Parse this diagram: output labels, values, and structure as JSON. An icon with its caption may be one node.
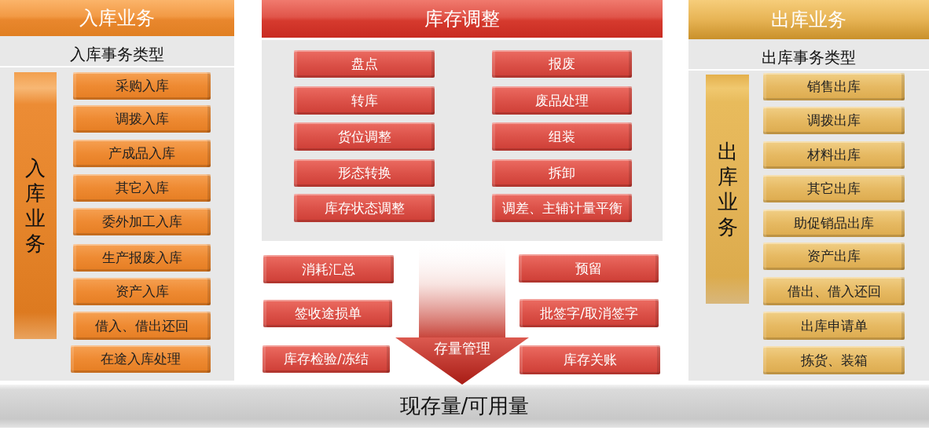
{
  "diagram": {
    "nodes": [
      {
        "text": [
          "入库业务",
          "入库事务类型"
        ]
      },
      {
        "text": [
          "入库业务"
        ],
        "in": 0
      },
      {
        "text": [
          "采购入库"
        ],
        "in": 0
      },
      {
        "text": [
          "调拨入库"
        ],
        "in": 0
      },
      {
        "text": [
          "产成品入库"
        ],
        "in": 0
      },
      {
        "text": [
          "其它入库"
        ],
        "in": 0
      },
      {
        "text": [
          "委外加工入库"
        ],
        "in": 0
      },
      {
        "text": [
          "生产报废入库"
        ],
        "in": 0
      },
      {
        "text": [
          "资产入库"
        ],
        "in": 0
      },
      {
        "text": [
          "借入、借出还回"
        ],
        "in": 0
      },
      {
        "text": [
          "在途入库处理"
        ],
        "in": 0
      },
      {
        "text": [
          "库存调整"
        ]
      },
      {
        "text": [
          "盘点"
        ],
        "in": 11
      },
      {
        "text": [
          "报废"
        ],
        "in": 11
      },
      {
        "text": [
          "转库"
        ],
        "in": 11
      },
      {
        "text": [
          "废品处理"
        ],
        "in": 11
      },
      {
        "text": [
          "货位调整"
        ],
        "in": 11
      },
      {
        "text": [
          "组装"
        ],
        "in": 11
      },
      {
        "text": [
          "形态转换"
        ],
        "in": 11
      },
      {
        "text": [
          "拆卸"
        ],
        "in": 11
      },
      {
        "text": [
          "库存状态调整"
        ],
        "in": 11
      },
      {
        "text": [
          "调差、主辅计量平衡"
        ],
        "in": 11
      },
      {
        "text": [
          "消耗汇总"
        ]
      },
      {
        "text": [
          "预留"
        ]
      },
      {
        "text": [
          "签收途损单"
        ]
      },
      {
        "text": [
          "批签字/取消签字"
        ]
      },
      {
        "text": [
          "库存检验/冻结"
        ]
      },
      {
        "text": [
          "库存关账"
        ]
      },
      {
        "text": [
          "出库业务",
          "出库事务类型"
        ]
      },
      {
        "text": [
          "出库业务"
        ],
        "in": 28
      },
      {
        "text": [
          "销售出库"
        ],
        "in": 28
      },
      {
        "text": [
          "调拨出库"
        ],
        "in": 28
      },
      {
        "text": [
          "材料出库"
        ],
        "in": 28
      },
      {
        "text": [
          "其它出库"
        ],
        "in": 28
      },
      {
        "text": [
          "助促销品出库"
        ],
        "in": 28
      },
      {
        "text": [
          "资产出库"
        ],
        "in": 28
      },
      {
        "text": [
          "借出、借入还回"
        ],
        "in": 28
      },
      {
        "text": [
          "出库申请单"
        ],
        "in": 28
      },
      {
        "text": [
          "拣货、装箱"
        ],
        "in": 28
      },
      {
        "text": [
          "现存量/可用量"
        ]
      }
    ],
    "edges": [
      {
        "from": 11,
        "to": 39,
        "arrow": "to",
        "label": "存量管理",
        "style": "thick"
      }
    ]
  }
}
